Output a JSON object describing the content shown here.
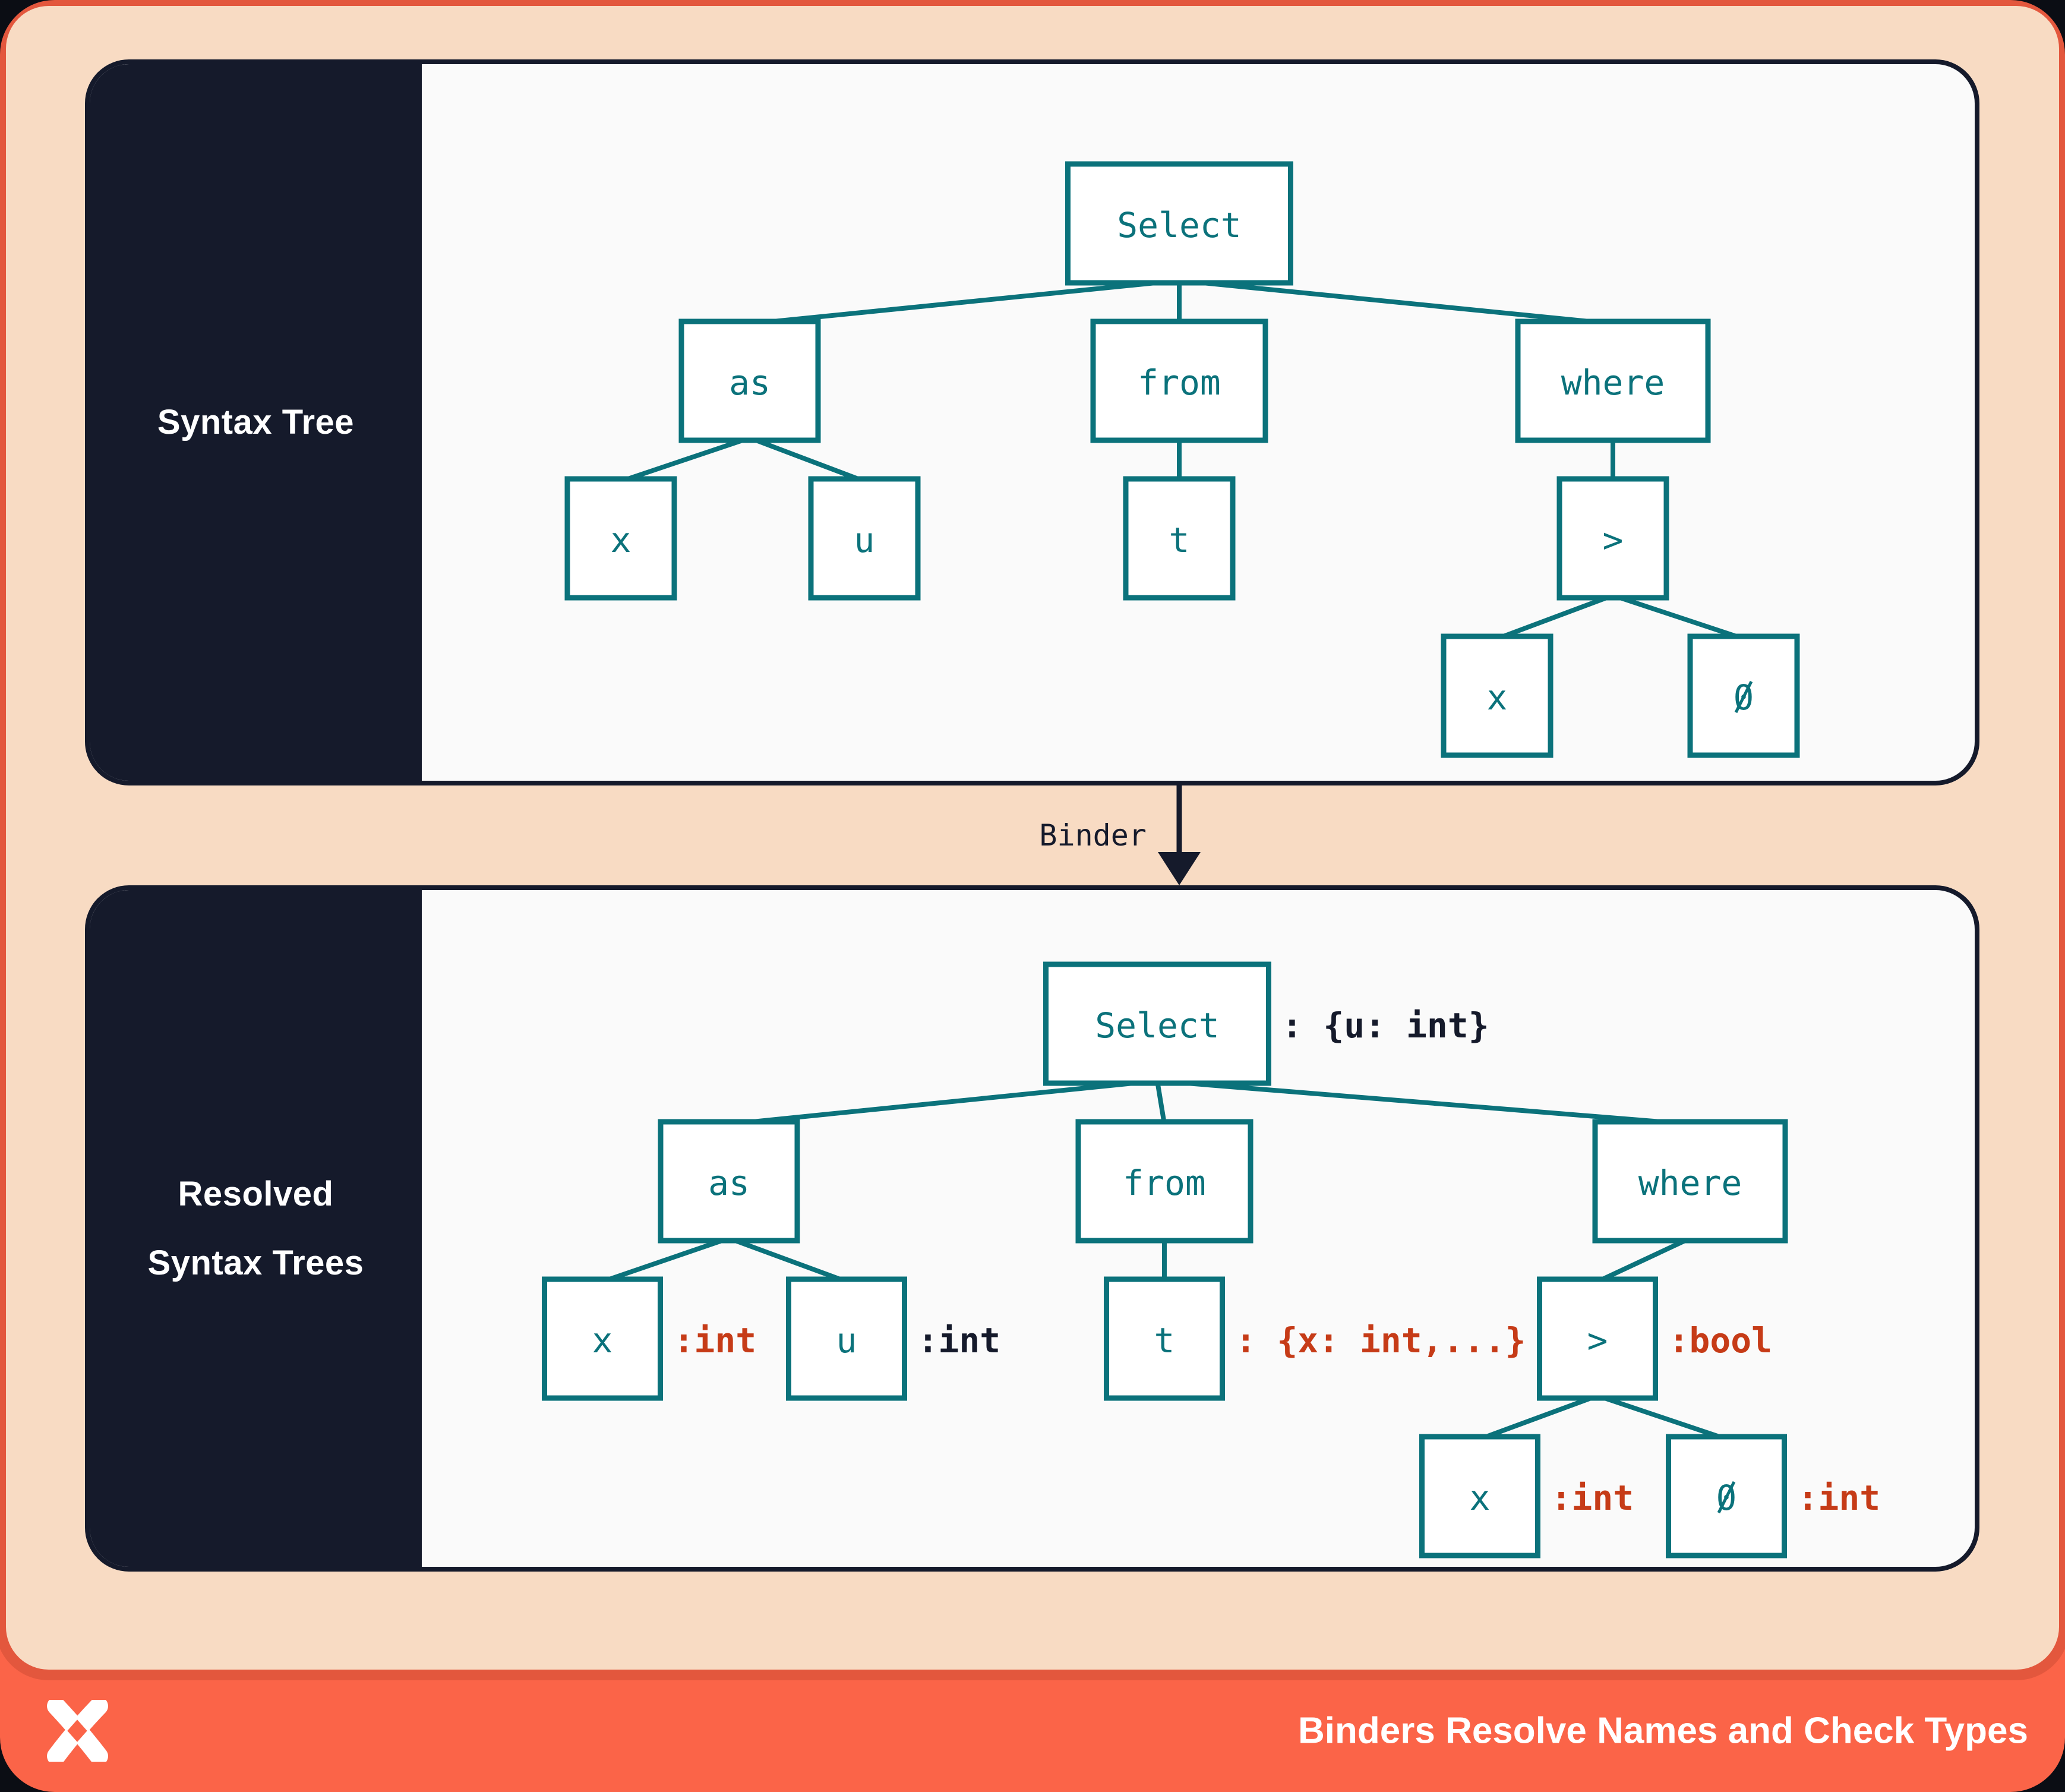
{
  "colors": {
    "teal": "#0B727B",
    "navy": "#151A2B",
    "red": "#C63B17",
    "coral": "#FB6448",
    "peach": "#F8DBC3",
    "panel_bg": "#FAFAFA",
    "box_fill": "#FFFFFF",
    "white": "#FFFFFF"
  },
  "binder": {
    "label": "Binder"
  },
  "footer": {
    "title": "Binders Resolve Names and Check Types",
    "logo_icon": "x-logo"
  },
  "panels": [
    {
      "id": "syntax",
      "sidebar_lines": [
        "Syntax Tree"
      ],
      "nodes": [
        {
          "id": "select",
          "label": "Select"
        },
        {
          "id": "as",
          "label": "as"
        },
        {
          "id": "from",
          "label": "from"
        },
        {
          "id": "where",
          "label": "where"
        },
        {
          "id": "x1",
          "label": "x"
        },
        {
          "id": "u",
          "label": "u"
        },
        {
          "id": "t",
          "label": "t"
        },
        {
          "id": "gt",
          "label": ">"
        },
        {
          "id": "x2",
          "label": "x"
        },
        {
          "id": "zero",
          "label": "0"
        }
      ],
      "edges": [
        [
          "select",
          "as"
        ],
        [
          "select",
          "from"
        ],
        [
          "select",
          "where"
        ],
        [
          "as",
          "x1"
        ],
        [
          "as",
          "u"
        ],
        [
          "from",
          "t"
        ],
        [
          "where",
          "gt"
        ],
        [
          "gt",
          "x2"
        ],
        [
          "gt",
          "zero"
        ]
      ]
    },
    {
      "id": "resolved",
      "sidebar_lines": [
        "Resolved",
        "Syntax Trees"
      ],
      "nodes": [
        {
          "id": "select",
          "label": "Select",
          "annotation": ": {u: int}",
          "annotation_color": "navy"
        },
        {
          "id": "as",
          "label": "as"
        },
        {
          "id": "from",
          "label": "from"
        },
        {
          "id": "where",
          "label": "where"
        },
        {
          "id": "x1",
          "label": "x",
          "annotation": ":int",
          "annotation_color": "red"
        },
        {
          "id": "u",
          "label": "u",
          "annotation": ":int",
          "annotation_color": "navy"
        },
        {
          "id": "t",
          "label": "t",
          "annotation": ": {x: int,...}",
          "annotation_color": "red"
        },
        {
          "id": "gt",
          "label": ">",
          "annotation": ":bool",
          "annotation_color": "red"
        },
        {
          "id": "x2",
          "label": "x",
          "annotation": ":int",
          "annotation_color": "red"
        },
        {
          "id": "zero",
          "label": "0",
          "annotation": ":int",
          "annotation_color": "red"
        }
      ],
      "edges": [
        [
          "select",
          "as"
        ],
        [
          "select",
          "from"
        ],
        [
          "select",
          "where"
        ],
        [
          "as",
          "x1"
        ],
        [
          "as",
          "u"
        ],
        [
          "from",
          "t"
        ],
        [
          "where",
          "gt"
        ],
        [
          "gt",
          "x2"
        ],
        [
          "gt",
          "zero"
        ]
      ]
    }
  ]
}
